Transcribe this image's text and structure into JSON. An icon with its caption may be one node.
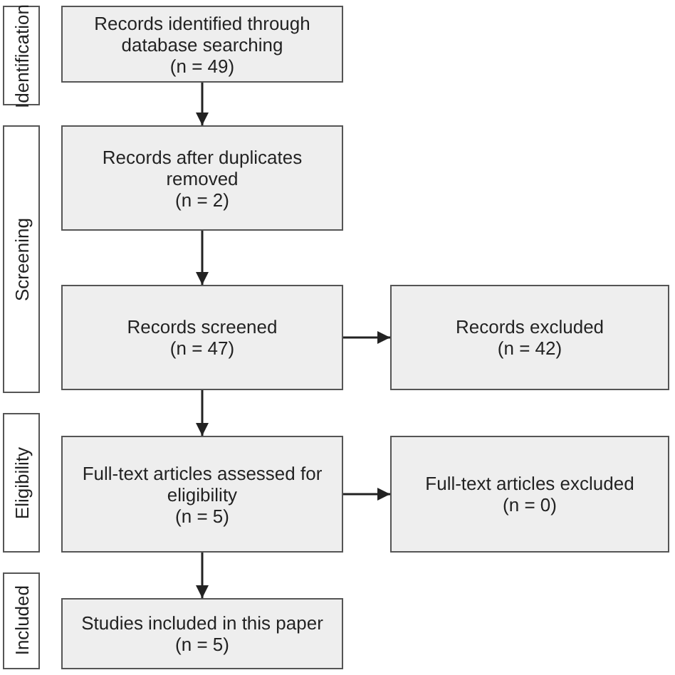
{
  "diagram": {
    "nodes": [
      {
        "text": [
          "Identification"
        ]
      },
      {
        "text": [
          "Records identified through database searching",
          "(n = 49)"
        ]
      },
      {
        "text": [
          "Screening"
        ]
      },
      {
        "text": [
          "Records after duplicates removed",
          "(n = 2)"
        ]
      },
      {
        "text": [
          "Records screened",
          "(n = 47)"
        ]
      },
      {
        "text": [
          "Records excluded",
          "(n = 42)"
        ]
      },
      {
        "text": [
          "Eligibility"
        ]
      },
      {
        "text": [
          "Full-text articles assessed for eligibility",
          "(n = 5)"
        ]
      },
      {
        "text": [
          "Full-text articles excluded",
          "(n = 0)"
        ]
      },
      {
        "text": [
          "Included"
        ]
      },
      {
        "text": [
          "Studies included in this paper",
          "(n = 5)"
        ]
      }
    ],
    "edges": [
      {
        "from": 1,
        "to": 3,
        "arrow": "to"
      },
      {
        "from": 3,
        "to": 4,
        "arrow": "to"
      },
      {
        "from": 4,
        "to": 5,
        "arrow": "to"
      },
      {
        "from": 4,
        "to": 7,
        "arrow": "to"
      },
      {
        "from": 7,
        "to": 8,
        "arrow": "to"
      },
      {
        "from": 7,
        "to": 10,
        "arrow": "to"
      }
    ]
  }
}
